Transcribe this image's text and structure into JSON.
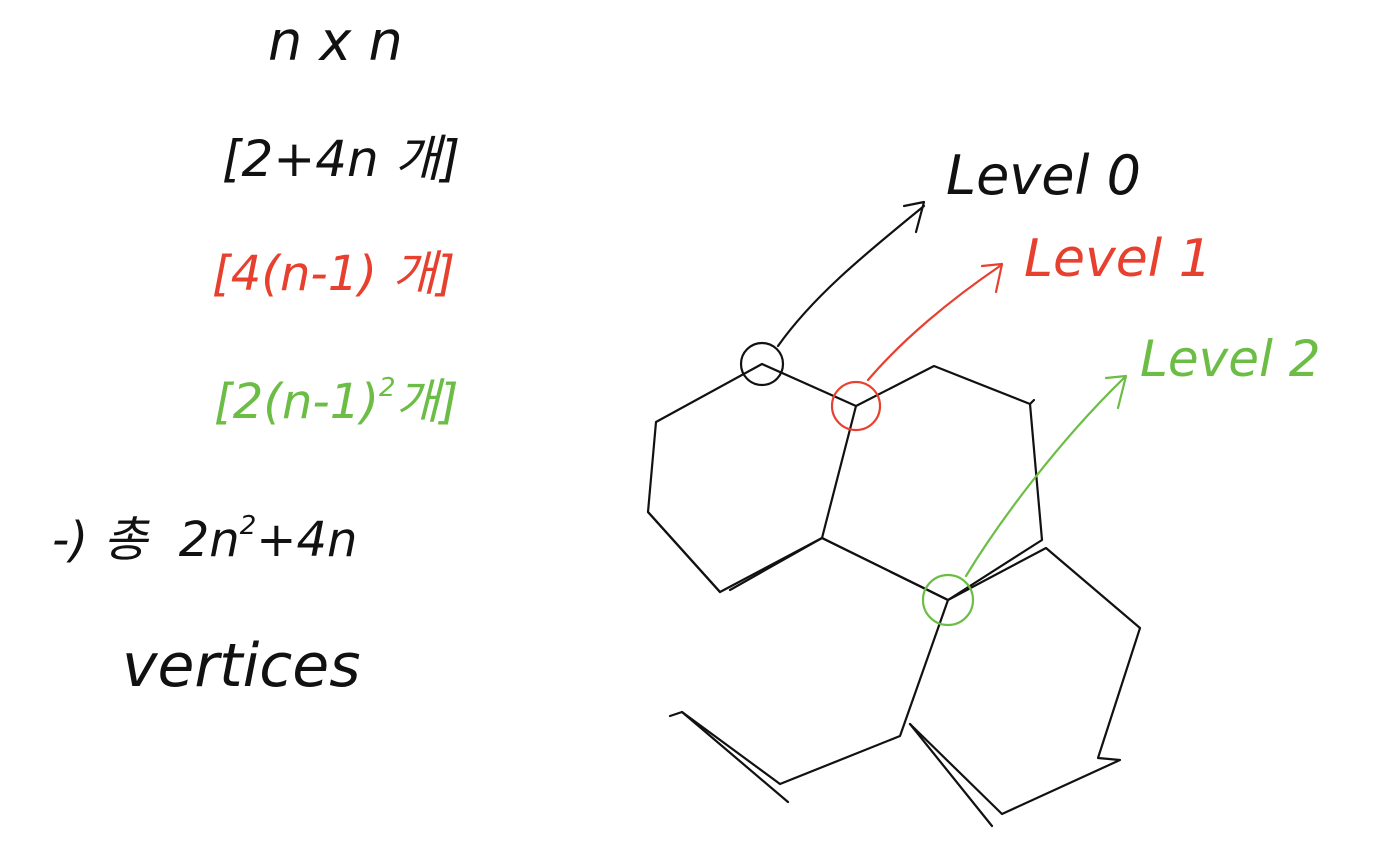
{
  "notes": {
    "grid_size": "n x n",
    "black_count": "[2+4n 개]",
    "red_count": "[4(n-1) 개]",
    "green_count_prefix": "[2(n-1)",
    "green_count_exponent": "2",
    "green_count_suffix": "개]",
    "total_prefix": "-) 총",
    "total_value_prefix": "2n",
    "total_value_exponent": "2",
    "total_value_suffix": "+4n",
    "vertices": "vertices"
  },
  "labels": {
    "level0": "Level 0",
    "level1": "Level 1",
    "level2": "Level 2"
  },
  "colors": {
    "black": "#111111",
    "red": "#e8402e",
    "green": "#6cbd45"
  }
}
